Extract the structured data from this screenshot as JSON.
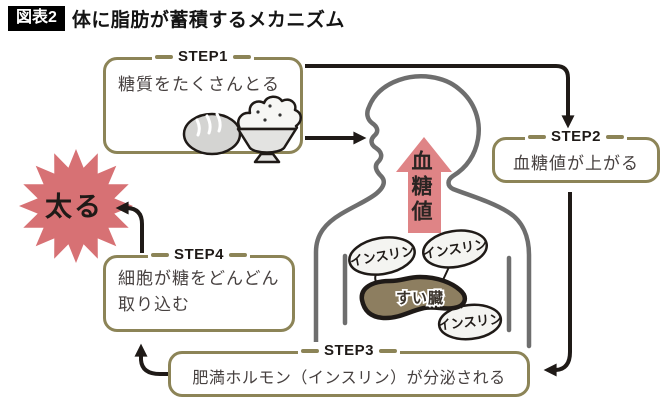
{
  "title": {
    "badge": "図表2",
    "text": "体に脂肪が蓄積するメカニズム"
  },
  "steps": {
    "step1": {
      "label": "STEP1",
      "text": "糖質をたくさんとる"
    },
    "step2": {
      "label": "STEP2",
      "text": "血糖値が上がる"
    },
    "step3": {
      "label": "STEP3",
      "text": "肥満ホルモン（インスリン）が分泌される"
    },
    "step4": {
      "label": "STEP4",
      "line1": "細胞が糖をどんどん",
      "line2": "取り込む"
    }
  },
  "body": {
    "blood_sugar_label": "血糖値",
    "pancreas_label": "すい臓",
    "insulin_labels": [
      "インスリン",
      "インスリン",
      "インスリン"
    ]
  },
  "result": {
    "label": "太る"
  },
  "icons": [
    "bread-icon",
    "rice-bowl-icon",
    "blood-sugar-up-arrow",
    "fatten-starburst"
  ],
  "colors": {
    "accent": "#8c8457",
    "ink": "#1f1a17",
    "bodyline": "#6e6e6e",
    "rose": "#df8486",
    "burst": "#d77174",
    "pancreas": "#8d7e60",
    "bubble": "#f4f4f1"
  }
}
